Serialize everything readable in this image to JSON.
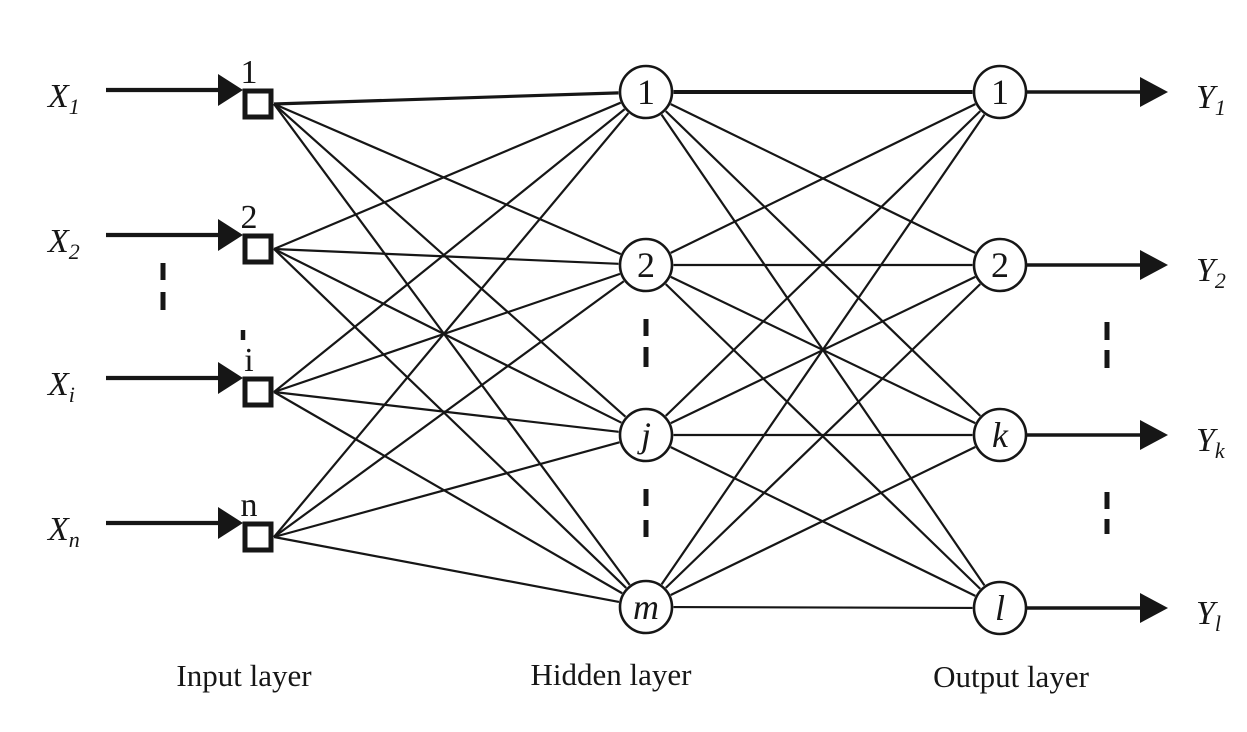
{
  "diagram_type": "feedforward-neural-network",
  "colors": {
    "ink": "#161616",
    "background": "#ffffff"
  },
  "input_layer": {
    "caption": "Input layer",
    "nodes": [
      {
        "node_label": "1",
        "signal_base": "X",
        "signal_sub": "1"
      },
      {
        "node_label": "2",
        "signal_base": "X",
        "signal_sub": "2"
      },
      {
        "node_label": "i",
        "signal_base": "X",
        "signal_sub": "i"
      },
      {
        "node_label": "n",
        "signal_base": "X",
        "signal_sub": "n"
      }
    ]
  },
  "hidden_layer": {
    "caption": "Hidden layer",
    "nodes": [
      {
        "node_label": "1"
      },
      {
        "node_label": "2"
      },
      {
        "node_label": "j"
      },
      {
        "node_label": "m"
      }
    ]
  },
  "output_layer": {
    "caption": "Output layer",
    "nodes": [
      {
        "node_label": "1",
        "signal_base": "Y",
        "signal_sub": "1"
      },
      {
        "node_label": "2",
        "signal_base": "Y",
        "signal_sub": "2"
      },
      {
        "node_label": "k",
        "signal_base": "Y",
        "signal_sub": "k"
      },
      {
        "node_label": "l",
        "signal_base": "Y",
        "signal_sub": "l"
      }
    ]
  }
}
